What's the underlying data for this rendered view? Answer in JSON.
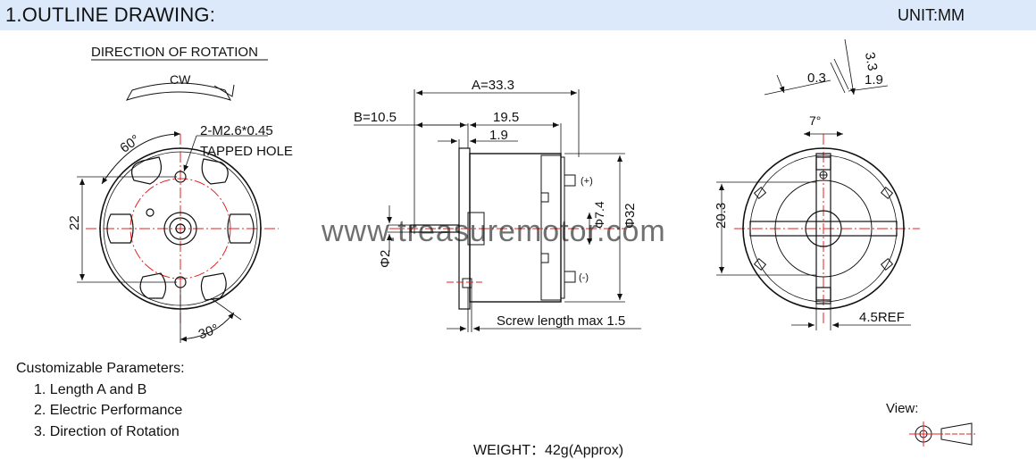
{
  "header": {
    "title": "1.OUTLINE DRAWING:",
    "unit": "UNIT:MM"
  },
  "watermark": "www.treasuremotor.com",
  "front_view": {
    "section_title": "DIRECTION OF ROTATION",
    "rotation": "CW",
    "tapped_hole_spec": "2-M2.6*0.45",
    "tapped_hole_label": "TAPPED HOLE",
    "angle_top": "60°",
    "angle_bottom": "30°",
    "dim_height": "22"
  },
  "side_view": {
    "dim_a": "A=33.3",
    "dim_b": "B=10.5",
    "dim_body": "19.5",
    "dim_boss": "1.9",
    "dim_shaft": "Φ2",
    "dim_boss_dia": "Φ7.4",
    "dim_body_dia": "Φ32",
    "terminal_pos": "(+)",
    "terminal_neg": "(-)",
    "screw_note": "Screw length max 1.5"
  },
  "rear_view": {
    "dim_33": "3.3",
    "dim_03": "0.3",
    "dim_19": "1.9",
    "angle": "7°",
    "dim_height": "20.3",
    "dim_ref": "4.5REF"
  },
  "params": {
    "title": "Customizable Parameters:",
    "items": [
      "1. Length A and B",
      "2. Electric Performance",
      "3. Direction of Rotation"
    ]
  },
  "weight": "WEIGHT：42g(Approx)",
  "view_label": "View:",
  "colors": {
    "header_bg": "#dbe9fb",
    "center_line": "#e52222",
    "line": "#111111"
  }
}
